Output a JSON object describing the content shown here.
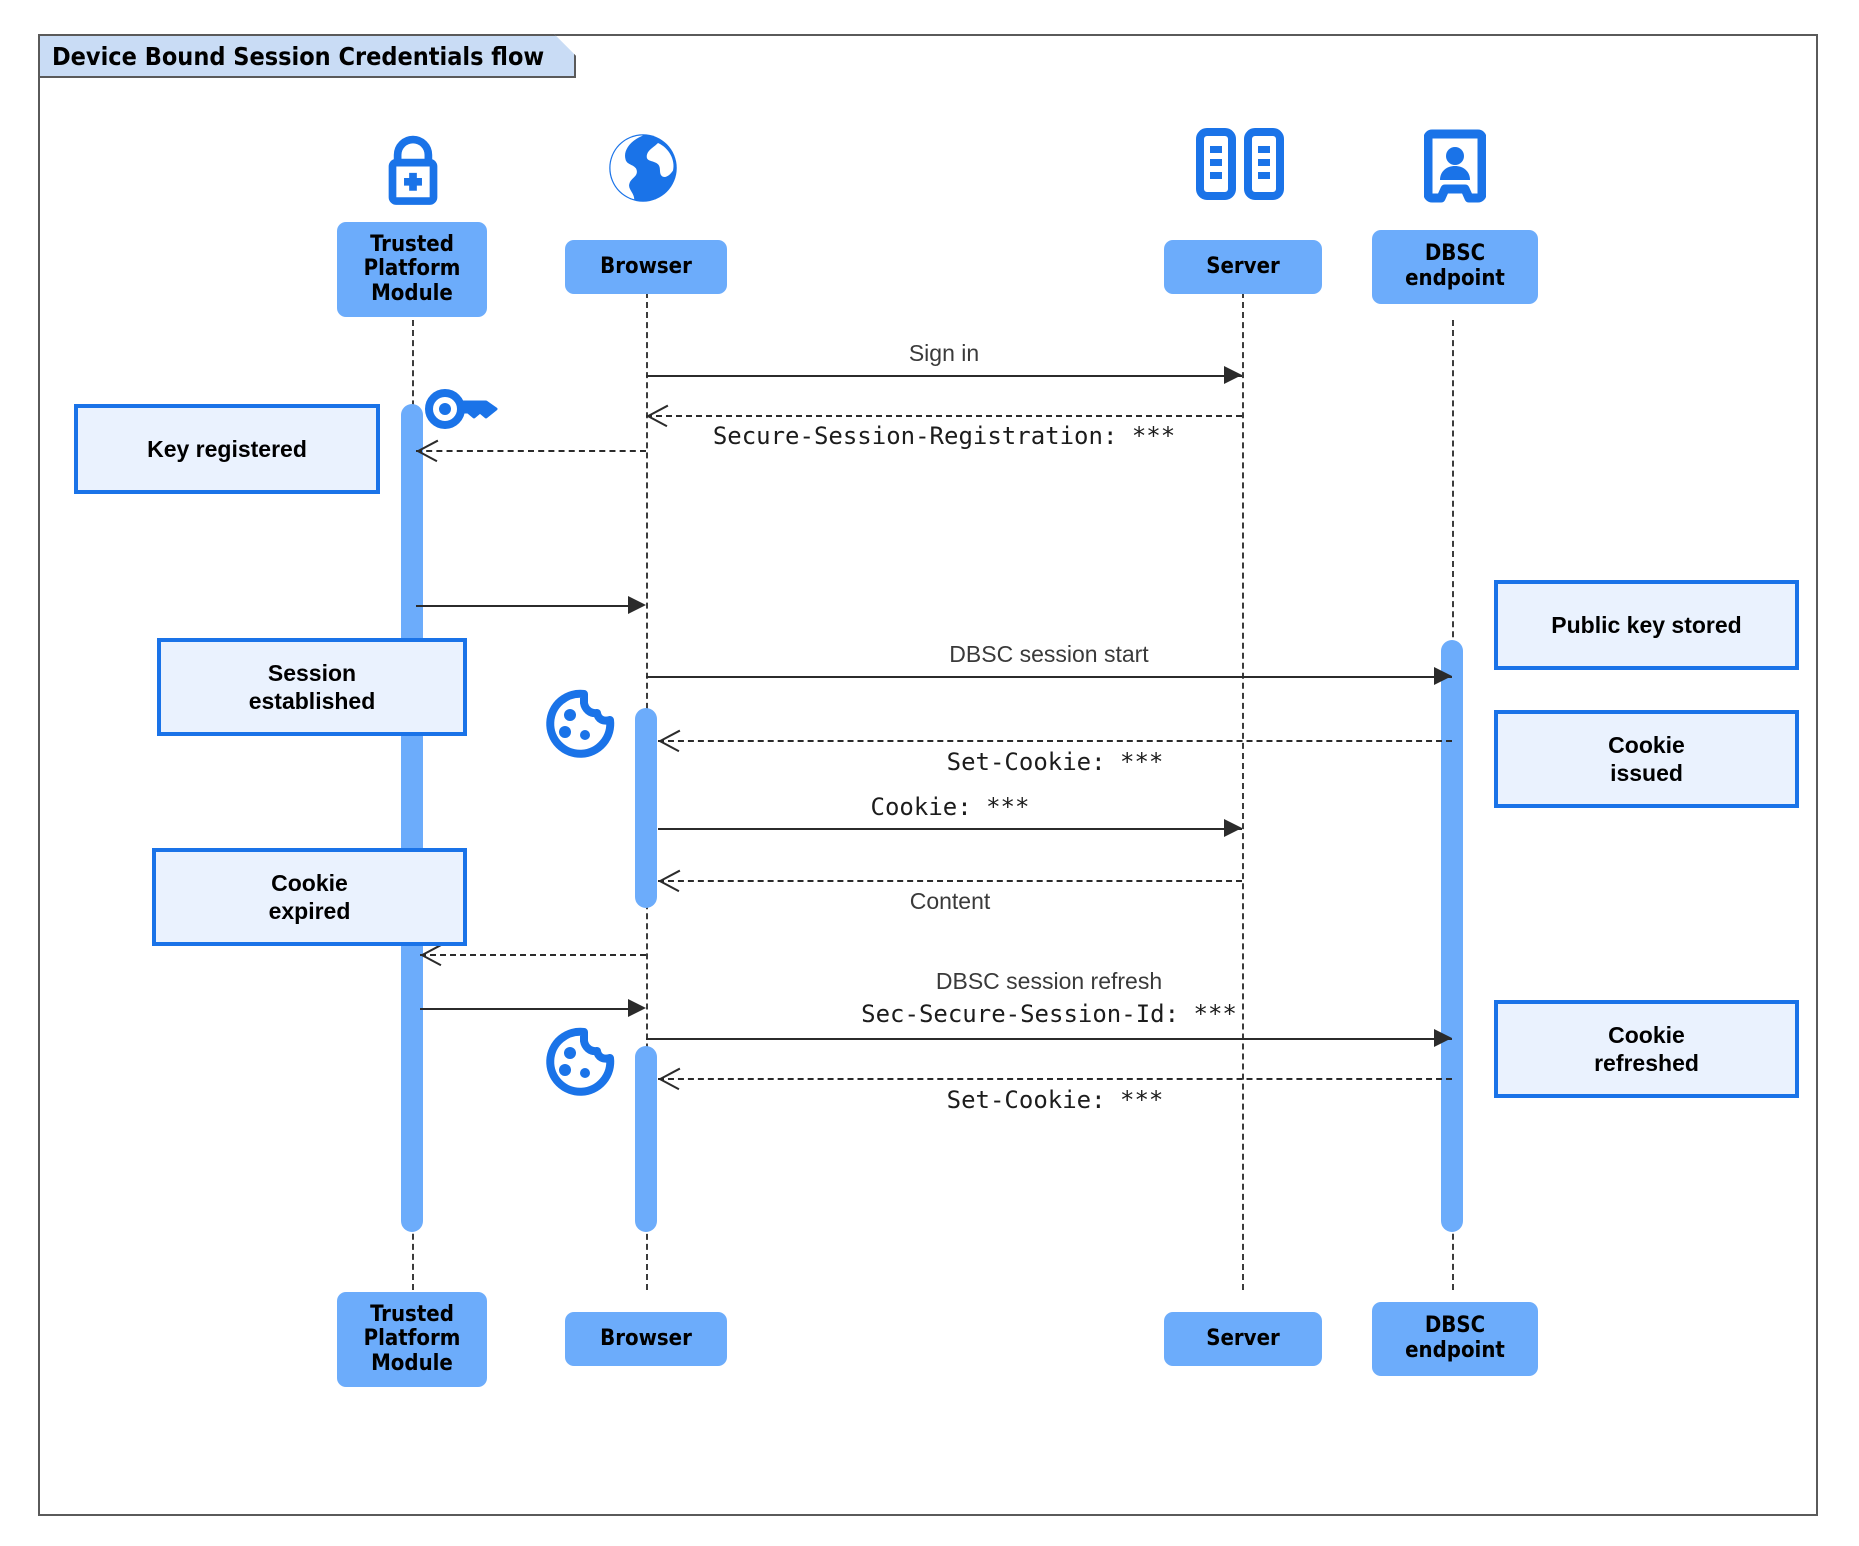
{
  "diagram": {
    "title": "Device Bound Session Credentials flow",
    "type": "uml-sequence-diagram",
    "colors": {
      "participant_fill": "#6cacfb",
      "note_fill": "#eaf2fe",
      "note_border": "#1a73e8",
      "activation_fill": "#6cacfb",
      "icon_blue": "#1a73e8",
      "frame_border": "#5a5a5a",
      "title_tab_fill": "#c9dcf5",
      "line": "#2b2b2b"
    }
  },
  "participants": [
    {
      "id": "tpm",
      "label": "Trusted\nPlatform\nModule",
      "icon": "lock-plus-icon"
    },
    {
      "id": "browser",
      "label": "Browser",
      "icon": "globe-icon"
    },
    {
      "id": "server",
      "label": "Server",
      "icon": "server-rack-icon"
    },
    {
      "id": "dbsc",
      "label": "DBSC\nendpoint",
      "icon": "id-badge-icon"
    }
  ],
  "participants_bottom": [
    {
      "id": "tpm",
      "label": "Trusted\nPlatform\nModule"
    },
    {
      "id": "browser",
      "label": "Browser"
    },
    {
      "id": "server",
      "label": "Server"
    },
    {
      "id": "dbsc",
      "label": "DBSC\nendpoint"
    }
  ],
  "messages": [
    {
      "id": "m1",
      "from": "browser",
      "to": "server",
      "style": "solid",
      "dir": "right",
      "label": "Sign in",
      "font": "sans"
    },
    {
      "id": "m2",
      "from": "server",
      "to": "browser",
      "style": "dotted",
      "dir": "left",
      "label": "Secure-Session-Registration: ***",
      "font": "mono"
    },
    {
      "id": "m3",
      "from": "browser",
      "to": "tpm",
      "style": "dotted",
      "dir": "left",
      "label": "",
      "font": "sans"
    },
    {
      "id": "m4",
      "from": "tpm",
      "to": "browser",
      "style": "solid",
      "dir": "right",
      "label": "",
      "font": "sans"
    },
    {
      "id": "m5",
      "from": "browser",
      "to": "dbsc",
      "style": "solid",
      "dir": "right",
      "label": "DBSC session start",
      "font": "sans"
    },
    {
      "id": "m6",
      "from": "dbsc",
      "to": "browser",
      "style": "dotted",
      "dir": "left",
      "label": "Set-Cookie: ***",
      "font": "mono"
    },
    {
      "id": "m7",
      "from": "browser",
      "to": "server",
      "style": "solid",
      "dir": "right",
      "label": "Cookie: ***",
      "font": "mono"
    },
    {
      "id": "m8",
      "from": "server",
      "to": "browser",
      "style": "dotted",
      "dir": "left",
      "label": "Content",
      "font": "sans"
    },
    {
      "id": "m9",
      "from": "browser",
      "to": "tpm",
      "style": "dotted",
      "dir": "left",
      "label": "",
      "font": "sans"
    },
    {
      "id": "m10",
      "from": "tpm",
      "to": "browser",
      "style": "solid",
      "dir": "right",
      "label": "",
      "font": "sans"
    },
    {
      "id": "m11",
      "from": "browser",
      "to": "dbsc",
      "style": "solid",
      "dir": "right",
      "label_line1": "DBSC session refresh",
      "label_line2": "Sec-Secure-Session-Id: ***"
    },
    {
      "id": "m12",
      "from": "dbsc",
      "to": "browser",
      "style": "dotted",
      "dir": "left",
      "label": "Set-Cookie: ***",
      "font": "mono"
    }
  ],
  "notes": [
    {
      "id": "n1",
      "side": "left",
      "text": "Key registered"
    },
    {
      "id": "n2",
      "side": "left",
      "text": "Session\nestablished"
    },
    {
      "id": "n3",
      "side": "left",
      "text": "Cookie\nexpired"
    },
    {
      "id": "n4",
      "side": "right",
      "text": "Public key stored"
    },
    {
      "id": "n5",
      "side": "right",
      "text": "Cookie\nissued"
    },
    {
      "id": "n6",
      "side": "right",
      "text": "Cookie\nrefreshed"
    }
  ],
  "stickers": [
    {
      "id": "s1",
      "icon": "key-icon",
      "near": "tpm"
    },
    {
      "id": "s2",
      "icon": "cookie-icon",
      "near": "browser"
    },
    {
      "id": "s3",
      "icon": "cookie-icon",
      "near": "browser"
    }
  ]
}
